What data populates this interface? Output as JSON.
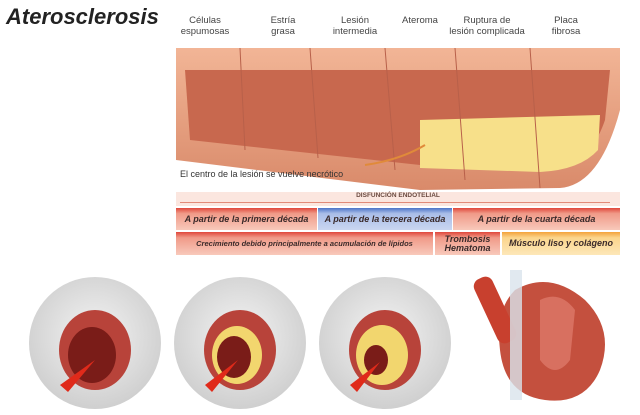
{
  "title": "Aterosclerosis",
  "stages": [
    "Células\nespumosas",
    "Estría\ngrasa",
    "Lesión\nintermedia",
    "Ateroma",
    "Ruptura de\nlesión complicada",
    "Placa\nfibrosa"
  ],
  "note": "El centro de la lesión se vuelve necrótico",
  "disfuncion": "DISFUNCIÓN ENDOTELIAL",
  "row1": [
    "A partir de la primera década",
    "A partir de la tercera década",
    "A partir de la cuarta década"
  ],
  "row2": [
    "Crecimiento debido principalmente a acumulación de lípidos",
    "Trombosis Hematoma",
    "Músculo liso y colágeno"
  ],
  "colors": {
    "artery": "#e9a283",
    "lumen": "#c8684e",
    "plaque": "#f7e08a",
    "red": "#e0473b",
    "blue": "#4c73c7"
  }
}
